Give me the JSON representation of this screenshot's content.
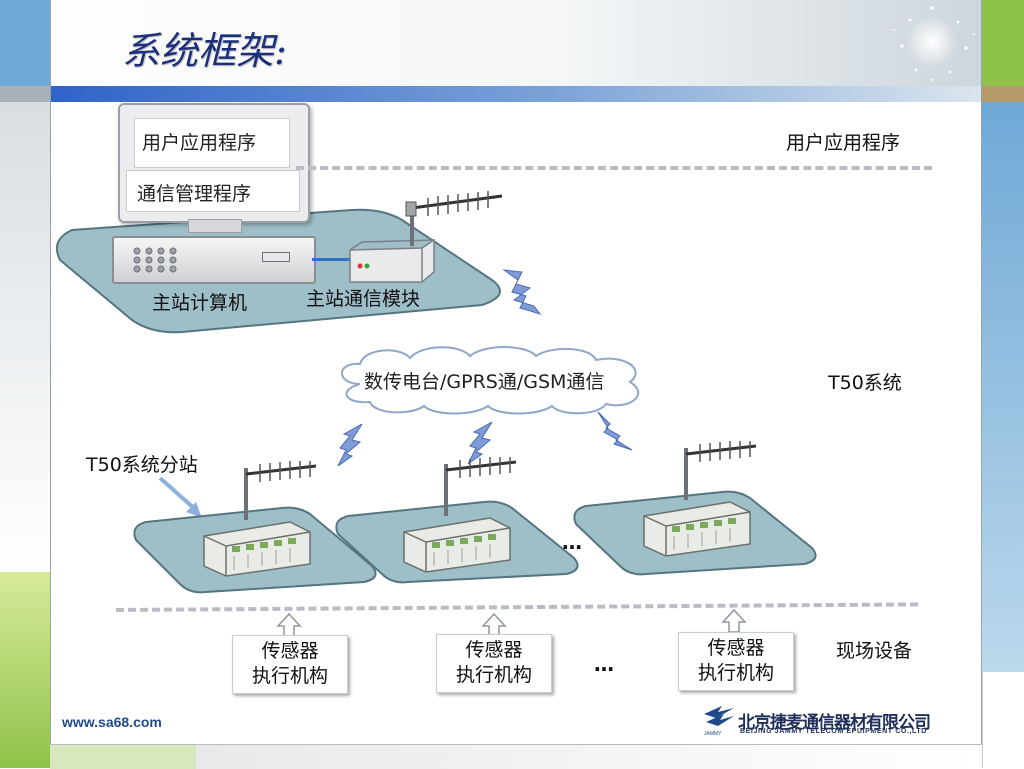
{
  "slide": {
    "title": "系统框架:",
    "user_app_label": "用户应用程序",
    "comm_mgmt_label": "通信管理程序",
    "right_user_app": "用户应用程序",
    "master_computer": "主站计算机",
    "master_comm_module": "主站通信模块",
    "cloud_text": "数传电台/GPRS通/GSM通信",
    "t50_system": "T50系统",
    "t50_substation": "T50系统分站",
    "ellipsis_stations": "…",
    "ellipsis_devices": "…",
    "field_devices_label": "现场设备",
    "devices": [
      {
        "line1": "传感器",
        "line2": "执行机构"
      },
      {
        "line1": "传感器",
        "line2": "执行机构"
      },
      {
        "line1": "传感器",
        "line2": "执行机构"
      }
    ],
    "website": "www.sa68.com",
    "company_cn": "北京捷麦通信器材有限公司",
    "company_en": "BEIJING JAMMY TELECOM EPUIPMENT CO.,LTD",
    "logo_mark_text": "JAMMY"
  },
  "colors": {
    "accent_blue": "#6fa9d6",
    "accent_green": "#8fc24a",
    "platform": "#9fbfc8",
    "platform_edge": "#55767f",
    "bolt": "#7f9cd6"
  }
}
